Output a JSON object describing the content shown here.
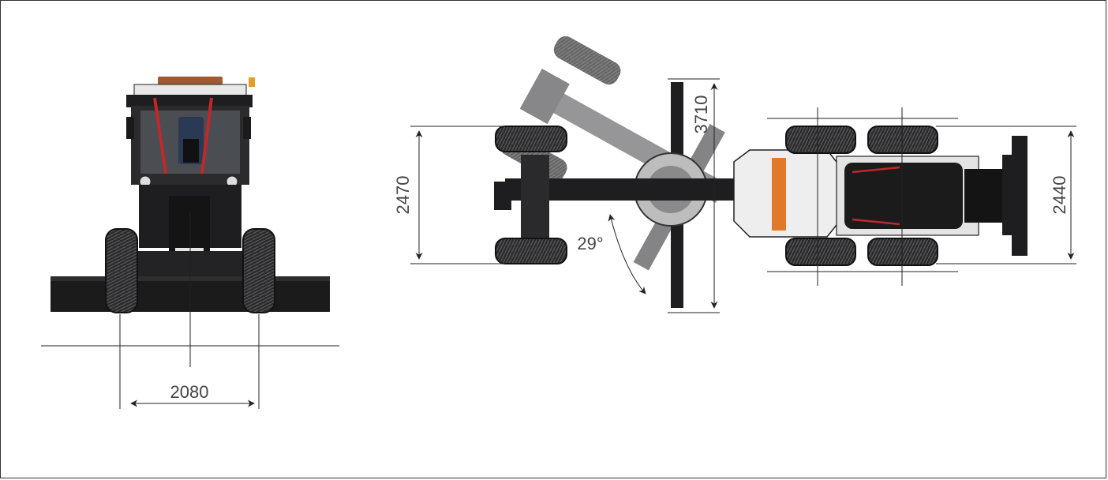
{
  "dimensions": {
    "track_width": "2080",
    "front_axle_width": "2470",
    "blade_width": "3710",
    "rear_width": "2440",
    "steer_angle": "29°"
  },
  "colors": {
    "machine_dark": "#1e1e20",
    "machine_mid": "#3a3a3d",
    "machine_ghost": "#6e6e72",
    "tire": "#2a2a2c",
    "cab_white": "#eeeeee",
    "accent_orange": "#e07a2a",
    "accent_red": "#c0282b",
    "dim_line": "#222222"
  }
}
